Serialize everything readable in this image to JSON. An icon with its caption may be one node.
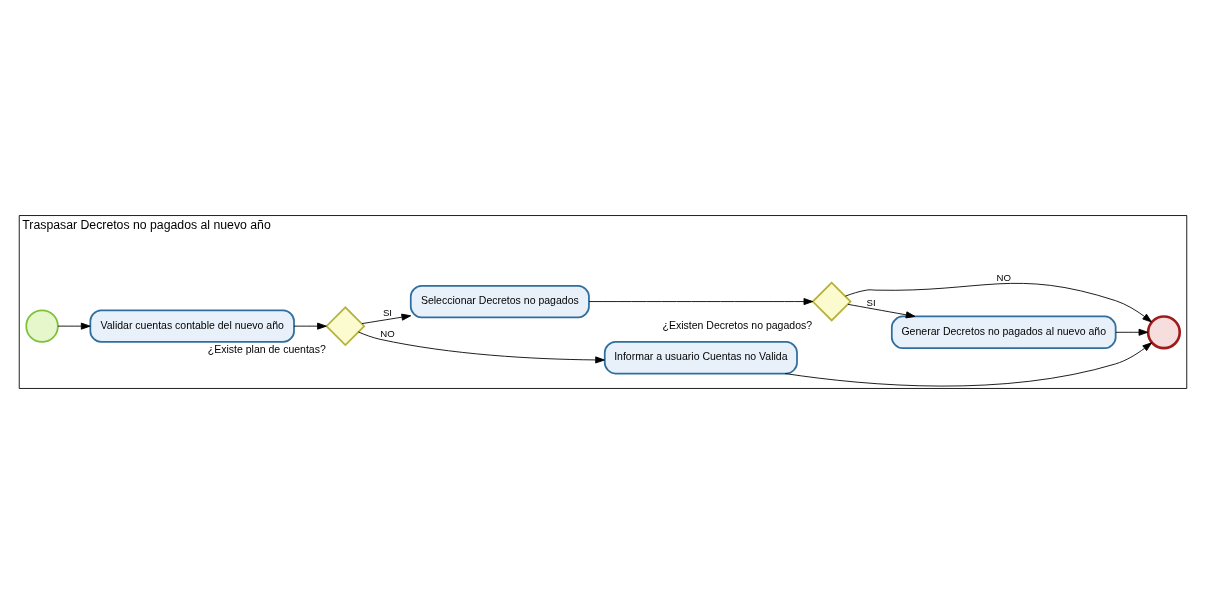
{
  "diagram": {
    "nodes": [
      {
        "text": [
          "Traspasar Decretos no pagados al nuevo año"
        ]
      },
      {
        "text": [],
        "shape": "circle",
        "in": 0
      },
      {
        "text": [
          "Validar cuentas contable del nuevo año"
        ],
        "in": 0
      },
      {
        "text": [
          "¿Existe plan de cuentas?"
        ],
        "in": 0
      },
      {
        "text": [
          "Informar a usuario Cuentas no Valida"
        ],
        "in": 0
      },
      {
        "text": [
          "Seleccionar Decretos no pagados"
        ],
        "in": 0
      },
      {
        "text": [
          "¿Existen Decretos no pagados?"
        ],
        "in": 0
      },
      {
        "text": [
          "Generar Decretos no pagados al nuevo año"
        ],
        "in": 0
      },
      {
        "text": [],
        "shape": "circle",
        "in": 0
      }
    ],
    "edges": [
      {
        "from": 1,
        "to": 2,
        "arrow": "to"
      },
      {
        "from": 2,
        "to": 3,
        "arrow": "to"
      },
      {
        "from": 3,
        "to": 4,
        "arrow": "to",
        "label": "NO"
      },
      {
        "from": 3,
        "to": 5,
        "arrow": "to",
        "label": "SI"
      },
      {
        "from": 4,
        "to": 8,
        "arrow": "to"
      },
      {
        "from": 5,
        "to": 6,
        "arrow": "to"
      },
      {
        "from": 6,
        "to": 8,
        "arrow": "to",
        "label": "NO"
      },
      {
        "from": 6,
        "to": 7,
        "arrow": "to",
        "label": "SI"
      },
      {
        "from": 7,
        "to": 8,
        "arrow": "to"
      }
    ]
  }
}
